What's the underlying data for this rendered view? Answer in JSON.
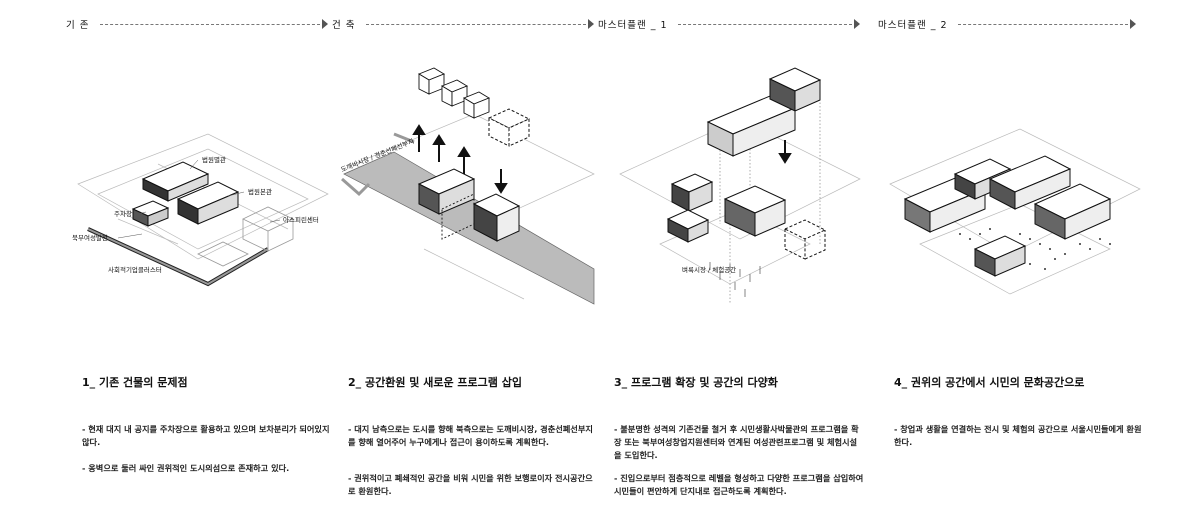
{
  "columns": [
    {
      "header": "기 존",
      "title": "1_ 기존 건물의 문제점",
      "paragraphs": [
        "- 현재 대지 내 공지를 주차장으로 활용하고 있으며 보차분리가 되어있지 않다.",
        "- 옹벽으로 둘러 싸인 권위적인 도시의섬으로 존재하고 있다."
      ],
      "labels": [
        "법원별관",
        "법원본관",
        "주차장",
        "아스피린센터",
        "북부여성발전",
        "사회적기업클러스터"
      ]
    },
    {
      "header": "건 축",
      "title": "2_ 공간환원 및 새로운 프로그램 삽입",
      "paragraphs": [
        "- 대지 남측으로는 도시를 향해 북측으로는 도깨비시장, 경춘선폐선부지를 향해 열어주어 누구에게나 접근이 용이하도록 계획한다.",
        "- 권위적이고 폐쇄적인 공간을 비워 시민을 위한 보행로이자 전시공간으로 환원한다."
      ],
      "labels": [
        "도깨비시장 / 경춘선폐선부지"
      ]
    },
    {
      "header": "마스터플랜 _ 1",
      "title": "3_ 프로그램 확장 및 공간의 다양화",
      "paragraphs": [
        "- 불분명한 성격의 기존건물 철거 후 시민생활사박물관의 프로그램을 확장 또는 북부여성창업지원센터와 연계된 여성관련프로그램 및 체험시설을 도입한다.",
        "- 진입으로부터 점층적으로 레벨을 형성하고 다양한 프로그램을 삽입하여 시민들이 편안하게 단지내로 접근하도록 계획한다."
      ],
      "labels": [
        "벼룩시장 / 체험공간"
      ]
    },
    {
      "header": "마스터플랜 _ 2",
      "title": "4_ 권위의 공간에서 시민의 문화공간으로",
      "paragraphs": [
        "- 창업과 생활을 연결하는 전시 및 체험의 공간으로 서울시민들에게 환원한다."
      ],
      "labels": []
    }
  ]
}
